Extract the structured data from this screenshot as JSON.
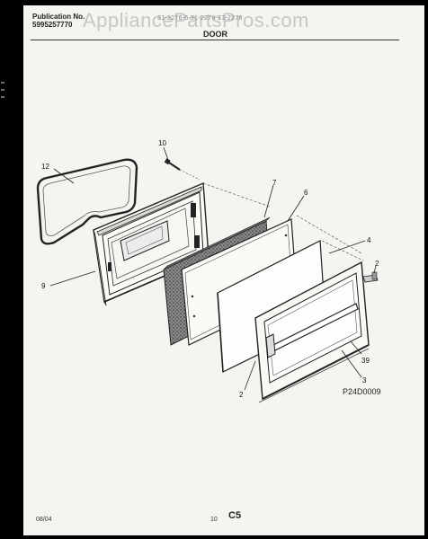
{
  "header": {
    "publication_label": "Publication No.",
    "publication_number": "5995257770",
    "models": "31-2276-5  31-2276  31-2276",
    "watermark": "AppliancePartsPros.com",
    "section_title": "DOOR"
  },
  "callouts": {
    "c12": "12",
    "c10": "10",
    "c7": "7",
    "c6": "6",
    "c4": "4",
    "c2a": "2",
    "c9": "9",
    "c39": "39",
    "c3": "3",
    "c2b": "2"
  },
  "diagram_code": "P24D0009",
  "footer": {
    "date": "08/04",
    "page": "10",
    "code": "C5"
  }
}
